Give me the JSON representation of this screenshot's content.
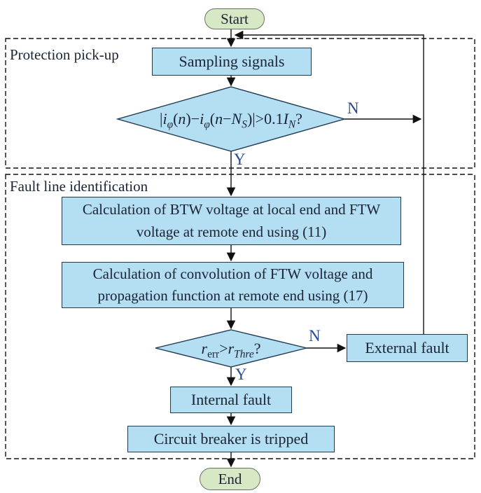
{
  "palette": {
    "process_fill": "#b4def2",
    "process_border": "#1e3a50",
    "terminal_fill": "#d7e8c5",
    "terminal_border": "#6a7265",
    "line_color": "#111111",
    "branch_label_color": "#2a4a8f",
    "text_color": "#1a2435"
  },
  "sections": [
    {
      "label": "Protection pick-up"
    },
    {
      "label": "Fault line identification"
    }
  ],
  "nodes": {
    "start": {
      "label": "Start"
    },
    "sampling": {
      "label": "Sampling signals"
    },
    "decision1": {
      "formula": [
        {
          "t": "|"
        },
        {
          "t": "i",
          "i": true
        },
        {
          "t": "φ",
          "sub": true,
          "i": true
        },
        {
          "t": "("
        },
        {
          "t": "n",
          "i": true
        },
        {
          "t": ")−"
        },
        {
          "t": "i",
          "i": true
        },
        {
          "t": "φ",
          "sub": true,
          "i": true
        },
        {
          "t": "("
        },
        {
          "t": "n",
          "i": true
        },
        {
          "t": "−"
        },
        {
          "t": "N",
          "i": true
        },
        {
          "t": "S",
          "sub": true,
          "i": true
        },
        {
          "t": ")|>0.1"
        },
        {
          "t": "I",
          "i": true
        },
        {
          "t": "N",
          "sub": true,
          "i": true
        },
        {
          "t": "?"
        }
      ],
      "yes": "Y",
      "no": "N"
    },
    "calc1": {
      "label": "Calculation of BTW voltage at local end and FTW voltage at remote end using (11)"
    },
    "calc2": {
      "label": "Calculation of convolution of FTW voltage and propagation function at remote end using (17)"
    },
    "decision2": {
      "formula": [
        {
          "t": "r",
          "i": true
        },
        {
          "t": "err",
          "sub": true
        },
        {
          "t": ">"
        },
        {
          "t": "r",
          "i": true
        },
        {
          "t": "Thre",
          "sub": true,
          "i": true
        },
        {
          "t": "?"
        }
      ],
      "yes": "Y",
      "no": "N"
    },
    "external": {
      "label": "External fault"
    },
    "internal": {
      "label": "Internal fault"
    },
    "breaker": {
      "label": "Circuit breaker is tripped"
    },
    "end": {
      "label": "End"
    }
  }
}
